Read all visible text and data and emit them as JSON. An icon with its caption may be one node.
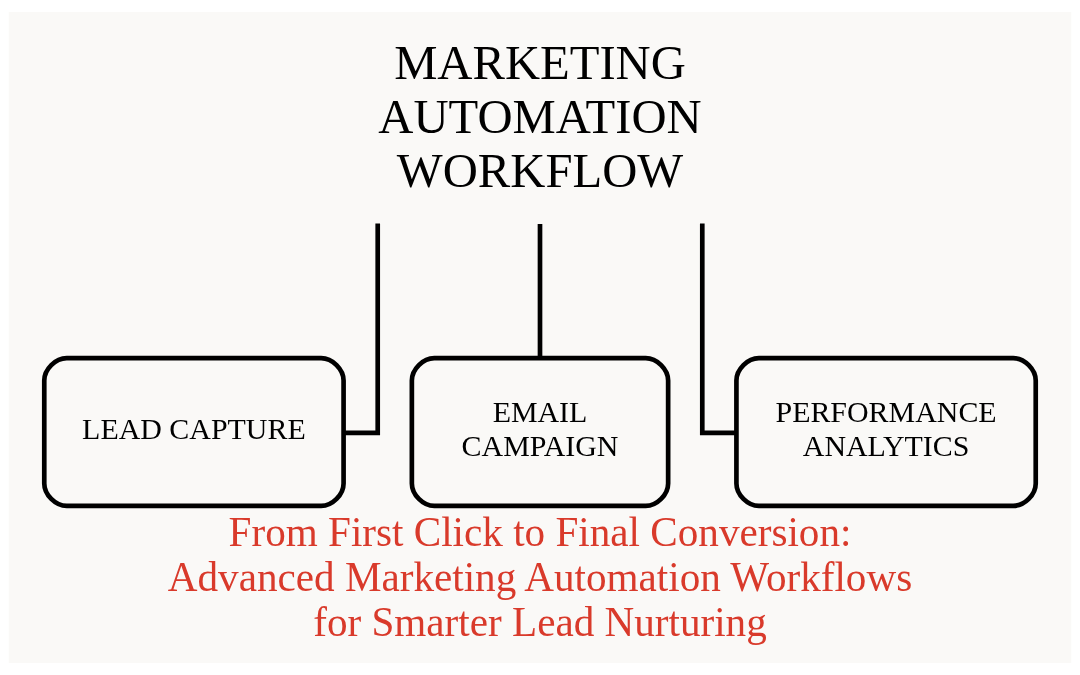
{
  "diagram": {
    "caption": "From First Click to Final Conversion: Advanced Marketing Automation Workflows for Smarter Lead Nurturing",
    "nodes": [
      {
        "text": [
          "MARKETING AUTOMATION WORKFLOW"
        ]
      },
      {
        "text": [
          "LEAD CAPTURE"
        ]
      },
      {
        "text": [
          "EMAIL CAMPAIGN"
        ]
      },
      {
        "text": [
          "PERFORMANCE ANALYTICS"
        ]
      }
    ],
    "edges": [
      {
        "from": 0,
        "to": 1,
        "arrow": "none"
      },
      {
        "from": 0,
        "to": 2,
        "arrow": "none"
      },
      {
        "from": 0,
        "to": 3,
        "arrow": "none"
      }
    ]
  }
}
